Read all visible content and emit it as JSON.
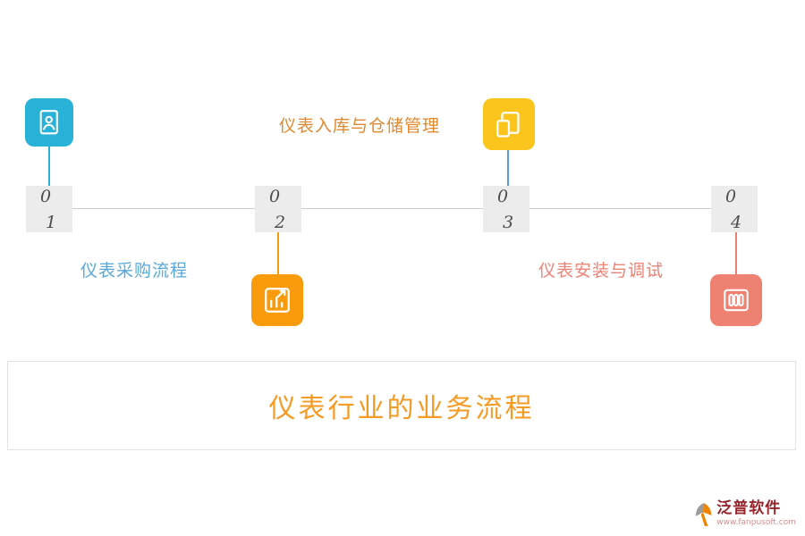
{
  "title": "仪表行业的业务流程",
  "steps": [
    {
      "digits": [
        "0",
        "1"
      ],
      "label": "仪表采购流程",
      "icon": "person-document",
      "color": "#29b2d8",
      "label_color": "#56a9da"
    },
    {
      "digits": [
        "0",
        "2"
      ],
      "label": "仪表入库与仓储管理",
      "icon": "bar-chart",
      "color": "#f99b0c",
      "label_color": "#e0892f"
    },
    {
      "digits": [
        "0",
        "3"
      ],
      "icon": "devices",
      "color": "#fcc51e"
    },
    {
      "digits": [
        "0",
        "4"
      ],
      "label": "仪表安装与调试",
      "icon": "cabinet",
      "color": "#ef8173",
      "label_color": "#ef8276"
    }
  ],
  "timeline_color": "#c9ccd1",
  "title_color": "#f59a23",
  "brand": {
    "name": "泛普软件",
    "url": "www.fanpusoft.com"
  }
}
